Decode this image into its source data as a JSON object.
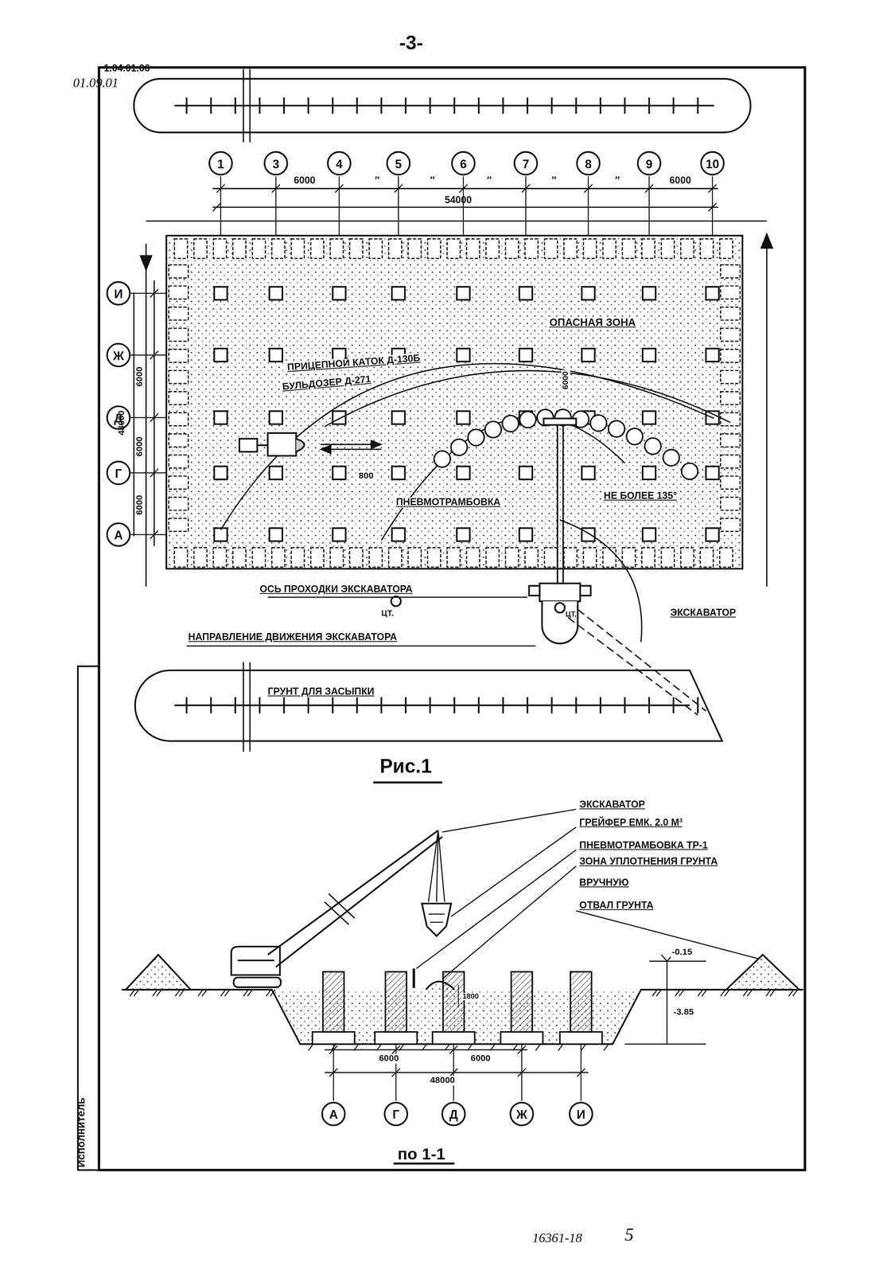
{
  "diagram": {
    "nodes": [
      {
        "text": [
          "1"
        ]
      },
      {
        "text": [
          "3"
        ]
      },
      {
        "text": [
          "4"
        ]
      },
      {
        "text": [
          "5"
        ]
      },
      {
        "text": [
          "6"
        ]
      },
      {
        "text": [
          "7"
        ]
      },
      {
        "text": [
          "8"
        ]
      },
      {
        "text": [
          "9"
        ]
      },
      {
        "text": [
          "10"
        ]
      },
      {
        "text": [
          "И"
        ]
      },
      {
        "text": [
          "Ж"
        ]
      },
      {
        "text": [
          "Д"
        ]
      },
      {
        "text": [
          "Г"
        ]
      },
      {
        "text": [
          "А"
        ]
      },
      {
        "text": [
          "А"
        ]
      },
      {
        "text": [
          "Г"
        ]
      },
      {
        "text": [
          "Д"
        ]
      },
      {
        "text": [
          "Ж"
        ]
      },
      {
        "text": [
          "И"
        ]
      }
    ],
    "labels": [
      "-3-",
      "1.04.01.06",
      "01.09.01",
      "6000",
      "″",
      "″",
      "″",
      "″",
      "″",
      "6000",
      "54000",
      "6000",
      "6000",
      "6000",
      "48000",
      "ОПАСНАЯ ЗОНА",
      "ПРИЦЕПНОЙ КАТОК Д-130Б",
      "БУЛЬДОЗЕР Д-271",
      "6000",
      "800",
      "ПНЕВМОТРАМБОВКА",
      "НЕ БОЛЕЕ 135°",
      "ОСЬ ПРОХОДКИ ЭКСКАВАТОРА",
      "ЦТ.",
      "ЦТ.",
      "ЭКСКАВАТОР",
      "НАПРАВЛЕНИЕ ДВИЖЕНИЯ ЭКСКАВАТОРА",
      "ГРУНТ ДЛЯ ЗАСЫПКИ",
      "Рис.1",
      "ЭКСКАВАТОР",
      "ГРЕЙФЕР ЕМК. 2.0 М³",
      "ПНЕВМОТРАМБОВКА ТР-1",
      "ЗОНА УПЛОТНЕНИЯ ГРУНТА",
      "ВРУЧНУЮ",
      "ОТВАЛ ГРУНТА",
      "-0.15",
      "-3.85",
      "1800",
      "6000",
      "6000",
      "48000",
      "по 1-1",
      "Исполнитель",
      "16361-18",
      "5"
    ]
  }
}
